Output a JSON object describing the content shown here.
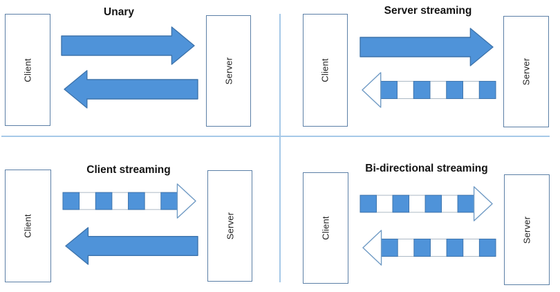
{
  "diagram": {
    "background": "#ffffff",
    "colors": {
      "arrow_fill": "#4f93d9",
      "arrow_stroke": "#3e74ac",
      "stripe_shaft_stroke": "#a9b6c2",
      "stripe_head_stroke": "#6f9ac4",
      "box_border": "#5b7fa6",
      "box_fill": "#ffffff",
      "divider": "#a6c9e8",
      "title_color": "#141414",
      "label_color": "#232323"
    },
    "quadrants": [
      {
        "title": "Unary",
        "client_label": "Client",
        "server_label": "Server",
        "arrows": [
          {
            "points": "right",
            "pattern": "solid",
            "segments": 1
          },
          {
            "points": "left",
            "pattern": "solid",
            "segments": 1
          }
        ]
      },
      {
        "title": "Server streaming",
        "client_label": "Client",
        "server_label": "Server",
        "arrows": [
          {
            "points": "right",
            "pattern": "solid",
            "segments": 1
          },
          {
            "points": "left",
            "pattern": "striped",
            "segments": 7
          }
        ]
      },
      {
        "title": "Client streaming",
        "client_label": "Client",
        "server_label": "Server",
        "arrows": [
          {
            "points": "right",
            "pattern": "striped",
            "segments": 7
          },
          {
            "points": "left",
            "pattern": "solid",
            "segments": 1
          }
        ]
      },
      {
        "title": "Bi-directional streaming",
        "client_label": "Client",
        "server_label": "Server",
        "arrows": [
          {
            "points": "right",
            "pattern": "striped",
            "segments": 7
          },
          {
            "points": "left",
            "pattern": "striped",
            "segments": 7
          }
        ]
      }
    ]
  }
}
